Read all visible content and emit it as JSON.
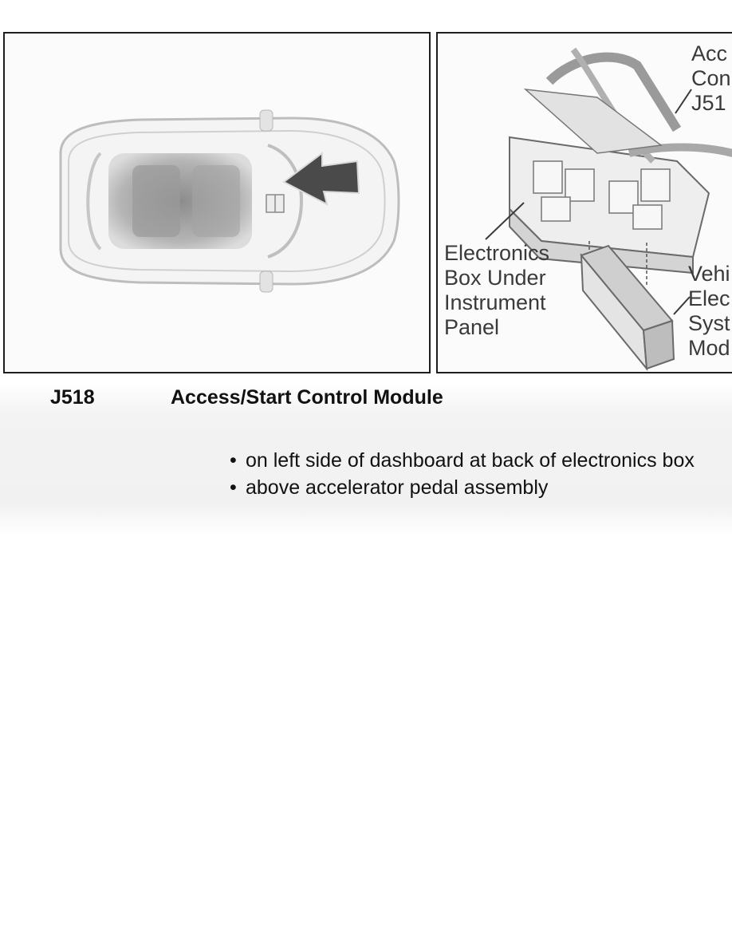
{
  "component": {
    "code": "J518",
    "name": "Access/Start Control Module"
  },
  "location_notes": [
    "on left side of dashboard at back of electronics box",
    "above accelerator pedal assembly"
  ],
  "illustration_left": {
    "icon": "car-top-view-with-arrow"
  },
  "illustration_right": {
    "icon": "electronics-box-exploded-view",
    "callouts": {
      "electronics_box": [
        "Electronics",
        "Box Under",
        "Instrument",
        "Panel"
      ],
      "top_right": [
        "Acc",
        "Con",
        "J51"
      ],
      "bottom_right": [
        "Vehi",
        "Elec",
        "Syst",
        "Mod"
      ]
    }
  }
}
